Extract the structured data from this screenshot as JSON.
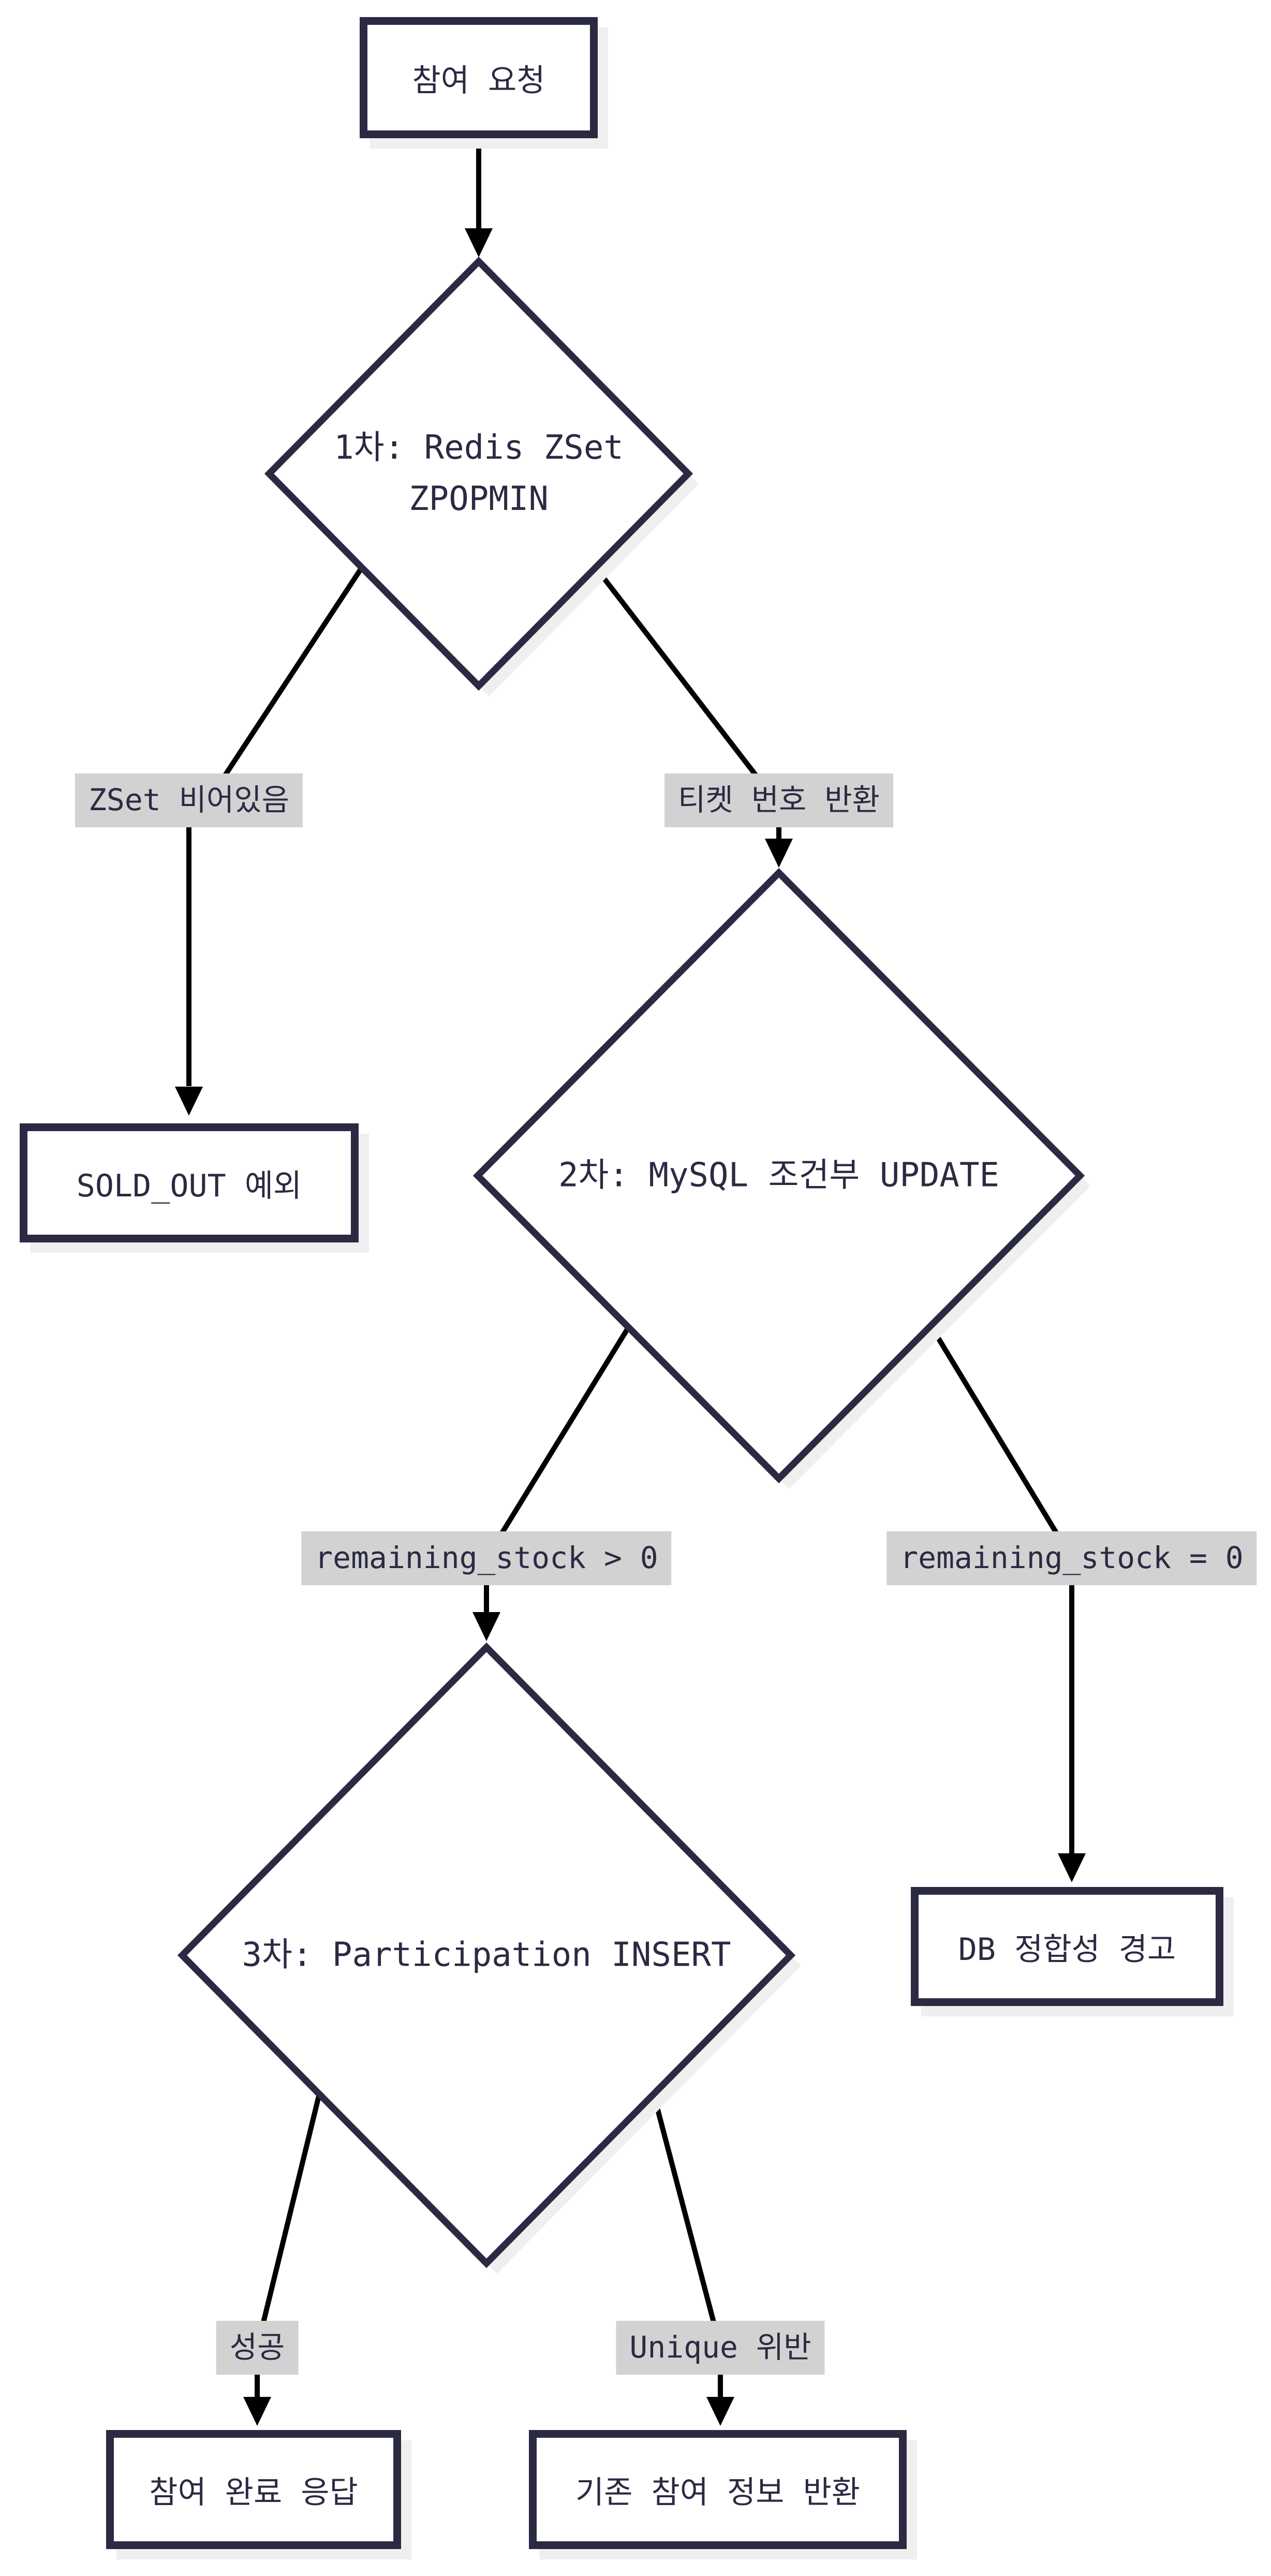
{
  "diagram": {
    "type": "flowchart",
    "direction": "top-down",
    "colors": {
      "background": "#ffffff",
      "node_fill": "#ffffff",
      "node_border": "#2a2a43",
      "node_text": "#2a2a43",
      "edge_line": "#000000",
      "arrowhead": "#000000",
      "edge_label_bg": "#d2d2d2",
      "shadow": "#efefef"
    },
    "nodes": [
      {
        "id": "A",
        "shape": "rect",
        "label": "참여 요청"
      },
      {
        "id": "B",
        "shape": "diamond",
        "label": "1차: Redis ZSet ZPOPMIN",
        "label_lines": [
          "1차: Redis ZSet",
          "ZPOPMIN"
        ]
      },
      {
        "id": "C",
        "shape": "rect",
        "label": "SOLD_OUT 예외"
      },
      {
        "id": "D",
        "shape": "diamond",
        "label": "2차: MySQL 조건부 UPDATE"
      },
      {
        "id": "E",
        "shape": "diamond",
        "label": "3차: Participation INSERT"
      },
      {
        "id": "F",
        "shape": "rect",
        "label": "DB 정합성 경고"
      },
      {
        "id": "G",
        "shape": "rect",
        "label": "참여 완료 응답"
      },
      {
        "id": "H",
        "shape": "rect",
        "label": "기존 참여 정보 반환"
      }
    ],
    "edges": [
      {
        "from": "A",
        "to": "B",
        "label": ""
      },
      {
        "from": "B",
        "to": "C",
        "label": "ZSet 비어있음"
      },
      {
        "from": "B",
        "to": "D",
        "label": "티켓 번호 반환"
      },
      {
        "from": "D",
        "to": "E",
        "label": "remaining_stock > 0"
      },
      {
        "from": "D",
        "to": "F",
        "label": "remaining_stock = 0"
      },
      {
        "from": "E",
        "to": "G",
        "label": "성공"
      },
      {
        "from": "E",
        "to": "H",
        "label": "Unique 위반"
      }
    ]
  }
}
